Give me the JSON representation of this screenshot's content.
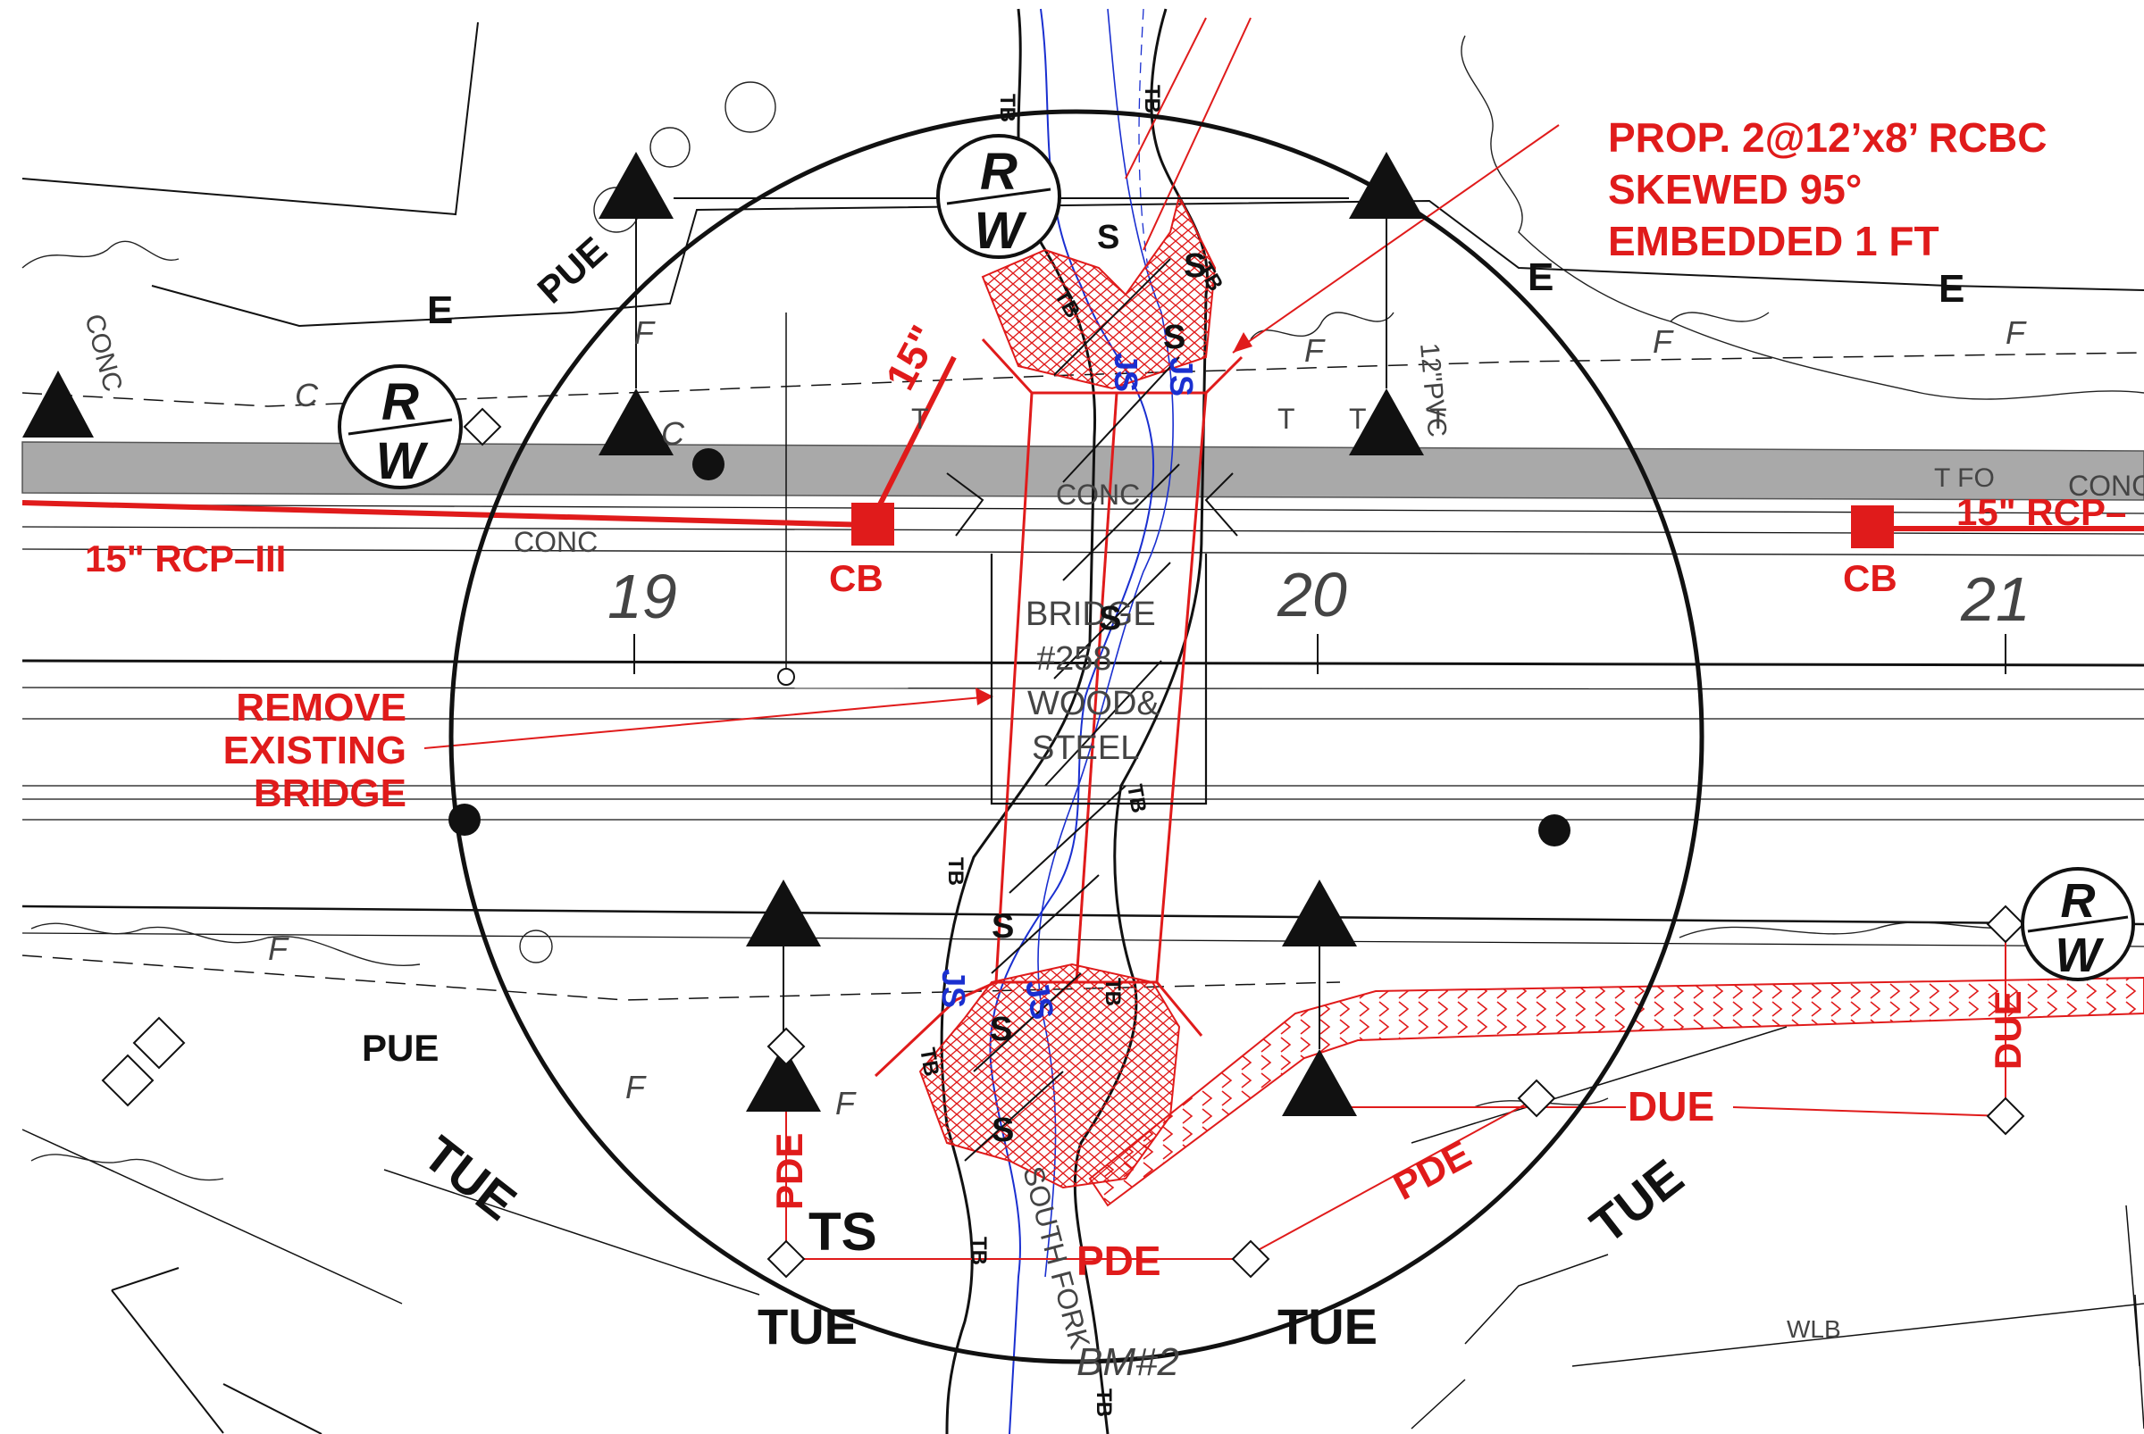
{
  "colors": {
    "proposed": "#e01b1b",
    "existing": "#111111",
    "stream": "#1a2fd0",
    "pavement": "#a9a9a9"
  },
  "callouts": {
    "culvert_line1": "PROP. 2@12’x8’ RCBC",
    "culvert_line2": "SKEWED  95°",
    "culvert_line3": "EMBEDDED  1 FT",
    "remove_line1": "REMOVE",
    "remove_line2": "EXISTING",
    "remove_line3": "BRIDGE"
  },
  "pipes": {
    "rcp_left": "15\" RCP–III",
    "rcp_right": "15\" RCP–",
    "pipe_15": "15\"",
    "cb_left": "CB",
    "cb_right": "CB"
  },
  "stations": [
    "19",
    "20",
    "21"
  ],
  "bridge": {
    "line1": "BRIDGE",
    "line2": "#258",
    "line3": "WOOD&",
    "line4": "STEEL"
  },
  "easements": {
    "pue_upper": "PUE",
    "pue_lower": "PUE",
    "tue_left": "TUE",
    "tue_bottom_left": "TUE",
    "tue_bottom_right": "TUE",
    "tue_right": "TUE",
    "pde_vertical": "PDE",
    "pde_diagonal": "PDE",
    "pde_bottom": "PDE",
    "due_horizontal": "DUE",
    "due_vertical": "DUE"
  },
  "right_of_way": {
    "rw_top": [
      "R",
      "W"
    ],
    "rw_left": [
      "R",
      "W"
    ],
    "rw_right": [
      "R",
      "W"
    ]
  },
  "utilities": {
    "e1": "E",
    "e2": "E",
    "e3": "E",
    "ts": "TS",
    "conc1": "CONC",
    "conc2": "CONC",
    "conc3": "CONC",
    "conc4": "CONC",
    "tfo": "T FO",
    "pvc": "12\"PVC",
    "bm": "BM#2",
    "wlb": "WLB",
    "south_fork": "SOUTH FORK"
  },
  "marks": {
    "tb": "TB",
    "js": "JS",
    "s": "S",
    "f": "F",
    "c": "C",
    "t": "T"
  }
}
